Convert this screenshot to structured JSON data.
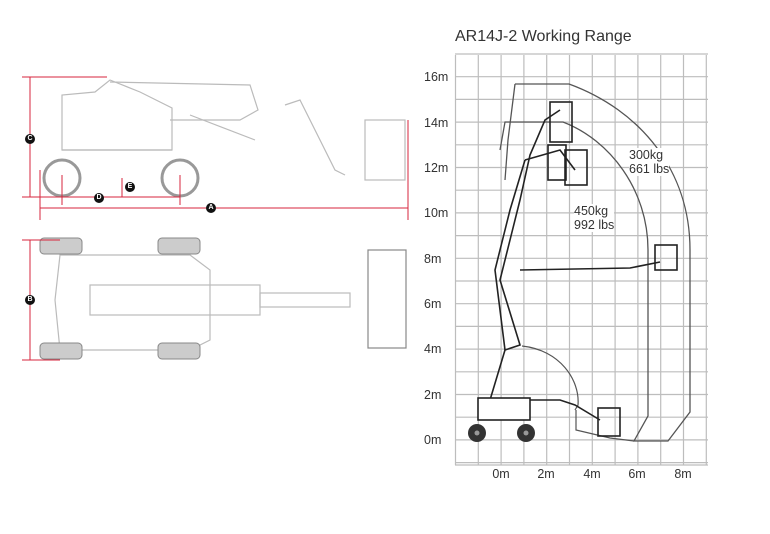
{
  "title": "AR14J-2 Working Range",
  "y_labels": [
    "16m",
    "14m",
    "12m",
    "10m",
    "8m",
    "6m",
    "4m",
    "2m",
    "0m"
  ],
  "x_labels": [
    "0m",
    "2m",
    "4m",
    "6m",
    "8m"
  ],
  "capacity_300": {
    "kg": "300kg",
    "lbs": "661 lbs"
  },
  "capacity_450": {
    "kg": "450kg",
    "lbs": "992 lbs"
  },
  "dimension_markers": {
    "a": "A",
    "b": "B",
    "c": "C",
    "d": "D",
    "e": "E"
  },
  "colors": {
    "dimension": "#d7263d",
    "grid": "#bdbdbd",
    "outline": "#555555"
  }
}
